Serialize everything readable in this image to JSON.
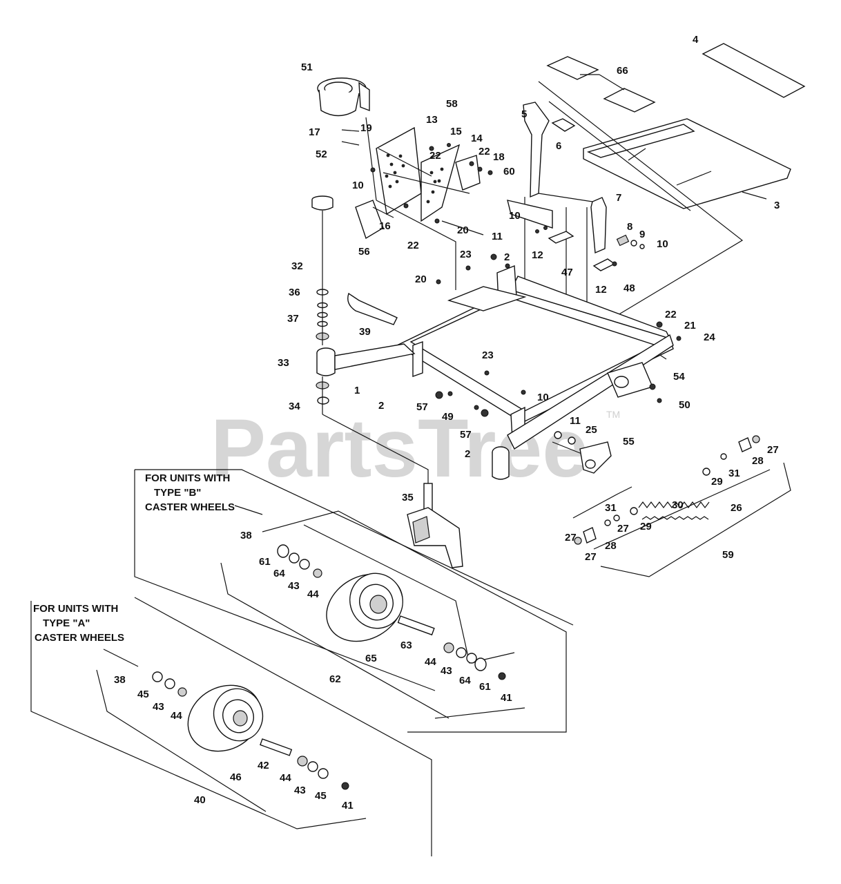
{
  "watermark": {
    "text": "PartsTree",
    "tm": "TM"
  },
  "notes": {
    "type_b": [
      "FOR UNITS WITH",
      "TYPE \"B\"",
      "CASTER WHEELS"
    ],
    "type_a": [
      "FOR UNITS WITH",
      "TYPE \"A\"",
      "CASTER WHEELS"
    ]
  },
  "callouts": [
    "4",
    "66",
    "51",
    "58",
    "13",
    "15",
    "14",
    "22",
    "18",
    "60",
    "19",
    "17",
    "52",
    "10",
    "16",
    "20",
    "22",
    "5",
    "6",
    "7",
    "3",
    "8",
    "9",
    "10",
    "10",
    "12",
    "47",
    "12",
    "48",
    "11",
    "23",
    "2",
    "56",
    "32",
    "36",
    "37",
    "20",
    "39",
    "33",
    "1",
    "2",
    "23",
    "22",
    "21",
    "24",
    "54",
    "50",
    "10",
    "57",
    "49",
    "57",
    "2",
    "11",
    "25",
    "55",
    "34",
    "35",
    "27",
    "28",
    "27",
    "31",
    "29",
    "30",
    "26",
    "31",
    "29",
    "27",
    "28",
    "27",
    "59",
    "38",
    "61",
    "64",
    "43",
    "44",
    "65",
    "63",
    "44",
    "43",
    "64",
    "61",
    "41",
    "62",
    "38",
    "45",
    "43",
    "44",
    "46",
    "42",
    "44",
    "43",
    "45",
    "41",
    "40"
  ]
}
